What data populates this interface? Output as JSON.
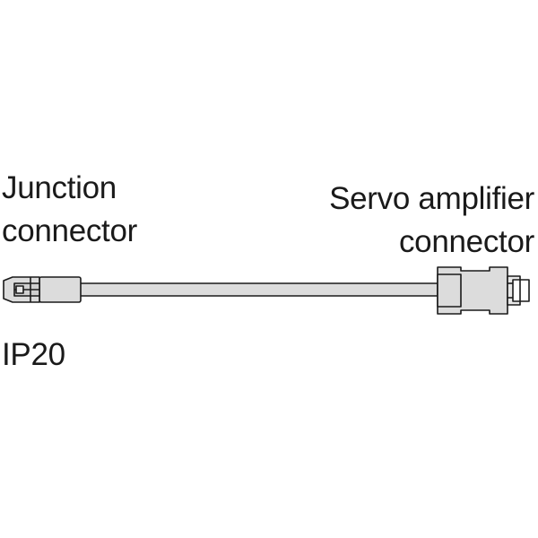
{
  "labels": {
    "junction": [
      "Junction",
      "connector"
    ],
    "servo": [
      "Servo amplifier",
      "connector"
    ],
    "rating": "IP20"
  },
  "colors": {
    "stroke": "#1a1a1a",
    "fill": "#dcdcdc",
    "background": "#ffffff"
  }
}
